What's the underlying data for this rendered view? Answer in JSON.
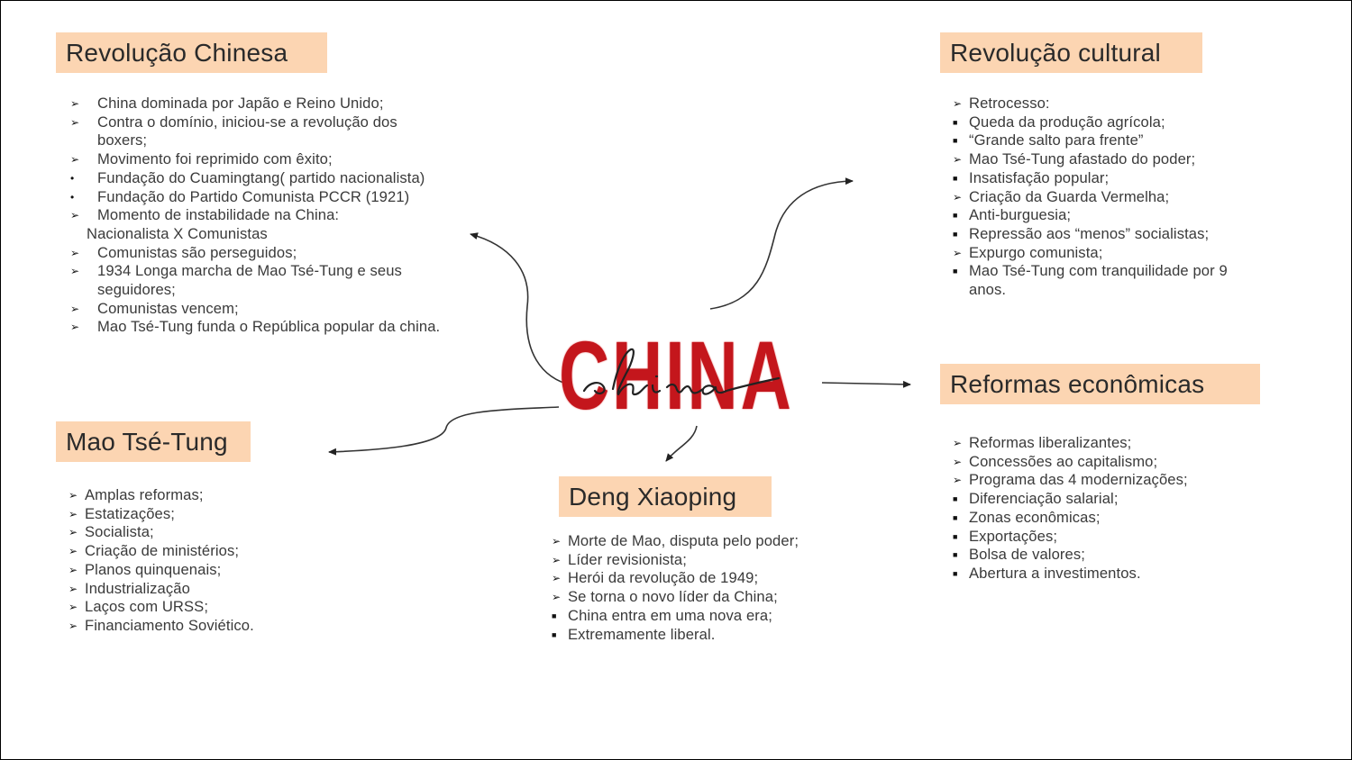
{
  "center": {
    "title": "CHINA",
    "script": "china"
  },
  "colors": {
    "header_bg": "#fcd5b2",
    "logo_red": "#c4161c"
  },
  "sections": {
    "revolucao_chinesa": {
      "title": "Revolução Chinesa",
      "items": [
        {
          "marker": "arrow",
          "text": "China dominada por Japão e Reino Unido;"
        },
        {
          "marker": "arrow",
          "text": "Contra o domínio, iniciou-se a revolução dos boxers;"
        },
        {
          "marker": "arrow",
          "text": "Movimento foi reprimido com êxito;"
        },
        {
          "marker": "dot",
          "text": " Fundação do Cuamingtang( partido nacionalista)"
        },
        {
          "marker": "dot",
          "text": "Fundação do Partido Comunista PCCR (1921)"
        },
        {
          "marker": "arrow",
          "text": "Momento de instabilidade na China:",
          "continuation": "Nacionalista X  Comunistas"
        },
        {
          "marker": "arrow",
          "text": "Comunistas são perseguidos;"
        },
        {
          "marker": "arrow",
          "text": "1934 Longa marcha de Mao Tsé-Tung e seus seguidores;"
        },
        {
          "marker": "arrow",
          "text": "Comunistas vencem;"
        },
        {
          "marker": "arrow",
          "text": "Mao Tsé-Tung funda o República popular da china."
        }
      ]
    },
    "revolucao_cultural": {
      "title": "Revolução cultural",
      "items": [
        {
          "marker": "arrow",
          "text": "Retrocesso:"
        },
        {
          "marker": "square",
          "text": "Queda da produção agrícola;"
        },
        {
          "marker": "square",
          "text": "“Grande salto para frente”"
        },
        {
          "marker": "arrow",
          "text": "Mao Tsé-Tung afastado do poder;"
        },
        {
          "marker": "square",
          "text": "Insatisfação popular;"
        },
        {
          "marker": "arrow",
          "text": "Criação da Guarda Vermelha;"
        },
        {
          "marker": "square",
          "text": "Anti-burguesia;"
        },
        {
          "marker": "square",
          "text": "Repressão aos “menos” socialistas;"
        },
        {
          "marker": "arrow",
          "text": "Expurgo comunista;"
        },
        {
          "marker": "square",
          "text": "Mao Tsé-Tung com tranquilidade por 9 anos."
        }
      ]
    },
    "mao": {
      "title": "Mao Tsé-Tung",
      "items": [
        {
          "marker": "arrow",
          "text": "Amplas reformas;"
        },
        {
          "marker": "arrow",
          "text": "Estatizações;"
        },
        {
          "marker": "arrow",
          "text": "Socialista;"
        },
        {
          "marker": "arrow",
          "text": "Criação de ministérios;"
        },
        {
          "marker": "arrow",
          "text": "Planos quinquenais;"
        },
        {
          "marker": "arrow",
          "text": "Industrialização"
        },
        {
          "marker": "arrow",
          "text": "Laços com URSS;"
        },
        {
          "marker": "arrow",
          "text": "Financiamento Soviético."
        }
      ]
    },
    "reformas": {
      "title": "Reformas econômicas",
      "items": [
        {
          "marker": "arrow",
          "text": "Reformas liberalizantes;"
        },
        {
          "marker": "arrow",
          "text": "Concessões ao capitalismo;"
        },
        {
          "marker": "arrow",
          "text": "Programa das 4 modernizações;"
        },
        {
          "marker": "square",
          "text": "Diferenciação salarial;"
        },
        {
          "marker": "square",
          "text": "Zonas econômicas;"
        },
        {
          "marker": "square",
          "text": "Exportações;"
        },
        {
          "marker": "square",
          "text": "Bolsa de valores;"
        },
        {
          "marker": "square",
          "text": "Abertura a investimentos."
        }
      ]
    },
    "deng": {
      "title": "Deng Xiaoping",
      "items": [
        {
          "marker": "arrow",
          "text": "Morte de Mao, disputa pelo poder;"
        },
        {
          "marker": "arrow",
          "text": "Líder revisionista;"
        },
        {
          "marker": "arrow",
          "text": "Herói da revolução de 1949;"
        },
        {
          "marker": "arrow",
          "text": "Se torna o novo líder da China;"
        },
        {
          "marker": "square",
          "text": "China entra em uma nova era;"
        },
        {
          "marker": "square",
          "text": "Extremamente liberal."
        }
      ]
    }
  }
}
